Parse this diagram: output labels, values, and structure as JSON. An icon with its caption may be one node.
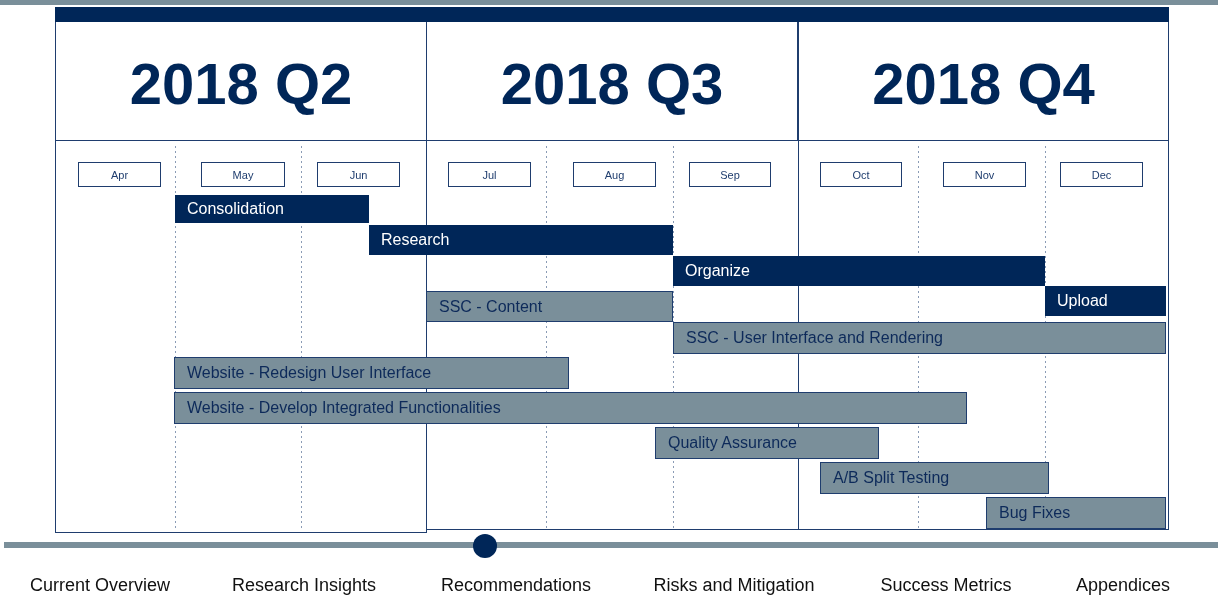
{
  "diagram": {
    "nodes": [
      {
        "text": [
          "2018 Q2"
        ]
      },
      {
        "text": [
          "2018 Q3"
        ]
      },
      {
        "text": [
          "2018 Q4"
        ]
      },
      {
        "text": [
          "Apr"
        ]
      },
      {
        "text": [
          "May"
        ]
      },
      {
        "text": [
          "Jun"
        ]
      },
      {
        "text": [
          "Jul"
        ]
      },
      {
        "text": [
          "Aug"
        ]
      },
      {
        "text": [
          "Sep"
        ]
      },
      {
        "text": [
          "Oct"
        ]
      },
      {
        "text": [
          "Nov"
        ]
      },
      {
        "text": [
          "Dec"
        ]
      },
      {
        "text": [
          "Consolidation"
        ]
      },
      {
        "text": [
          "Research"
        ]
      },
      {
        "text": [
          "Organize"
        ]
      },
      {
        "text": [
          "SSC - Content"
        ]
      },
      {
        "text": [
          "Upload"
        ]
      },
      {
        "text": [
          "SSC - User Interface and Rendering"
        ]
      },
      {
        "text": [
          "Website - Redesign User Interface"
        ]
      },
      {
        "text": [
          "Website - Develop Integrated Functionalities"
        ]
      },
      {
        "text": [
          "Quality Assurance"
        ]
      },
      {
        "text": [
          "A/B Split Testing"
        ]
      },
      {
        "text": [
          "Bug Fixes"
        ]
      }
    ],
    "labels": [
      "Current Overview",
      "Research Insights",
      "Recommendations",
      "Risks and Mitigation",
      "Success Metrics",
      "Appendices"
    ]
  }
}
